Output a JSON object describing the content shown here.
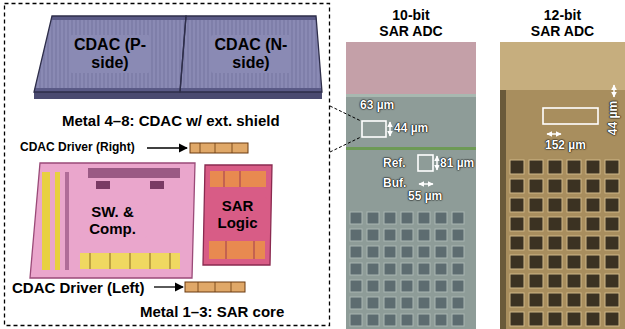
{
  "diagram": {
    "nodes": [
      {
        "text": [
          "CDAC (P-side)"
        ]
      },
      {
        "text": [
          "CDAC (N-side)"
        ]
      },
      {
        "text": [
          "SW. & Comp."
        ]
      },
      {
        "text": [
          "SAR Logic"
        ]
      },
      {
        "text": [
          "10-bit SAR ADC"
        ]
      },
      {
        "text": [
          "12-bit SAR ADC"
        ]
      }
    ],
    "labels": [
      "Metal 4–8: CDAC w/ ext. shield",
      "CDAC Driver (Right)",
      "CDAC Driver (Left)",
      "Metal 1–3: SAR core",
      "63 µm",
      "44 µm",
      "Ref. Buf.",
      "81 µm",
      "55 µm",
      "152 µm",
      "44 µm"
    ]
  }
}
